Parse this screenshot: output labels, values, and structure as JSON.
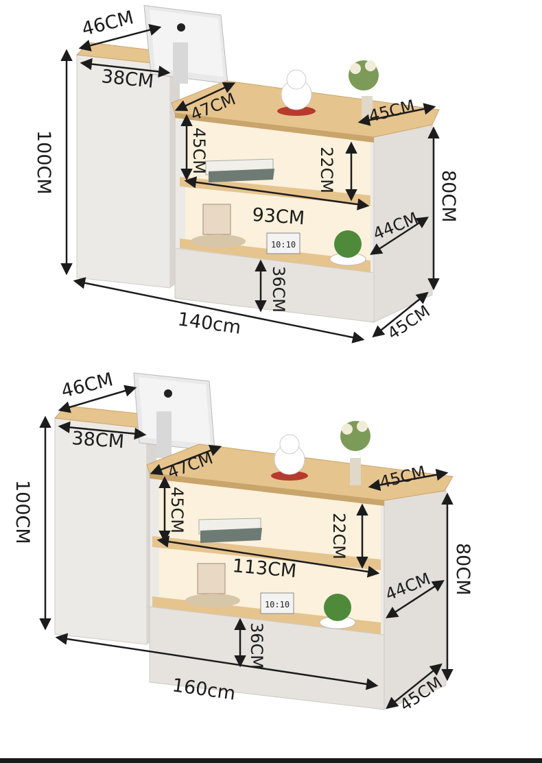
{
  "colors": {
    "wood_top": "#e6c48e",
    "wood_edge": "#c9a46b",
    "cabinet_white": "#eceae6",
    "cabinet_shade": "#d9d6d1",
    "shelf_glow": "#fbf1dc",
    "arrow": "#1c1c1c"
  },
  "icons": [
    "apple-logo-icon",
    "lucky-cat-figurine-icon",
    "flower-vase-icon",
    "succulent-plant-icon",
    "digital-clock-icon",
    "mug-icon"
  ],
  "top_desk": {
    "depth_top": "46CM",
    "counter_width": "38CM",
    "height_total": "100CM",
    "desk_depth": "47CM",
    "shelf_gap_upper": "45CM",
    "shelf_gap_small": "22CM",
    "side_width": "45CM",
    "inner_width": "93CM",
    "right_height": "80CM",
    "shelf_depth": "44CM",
    "plinth_height": "36CM",
    "total_length": "140cm",
    "base_depth": "45CM",
    "clock_text": "10:10"
  },
  "bottom_desk": {
    "depth_top": "46CM",
    "counter_width": "38CM",
    "height_total": "100CM",
    "desk_depth": "47CM",
    "shelf_gap_upper": "45CM",
    "shelf_gap_small": "22CM",
    "side_width": "45CM",
    "inner_width": "113CM",
    "right_height": "80CM",
    "shelf_depth": "44CM",
    "plinth_height": "36CM",
    "total_length": "160cm",
    "base_depth": "45CM",
    "clock_text": "10:10"
  }
}
